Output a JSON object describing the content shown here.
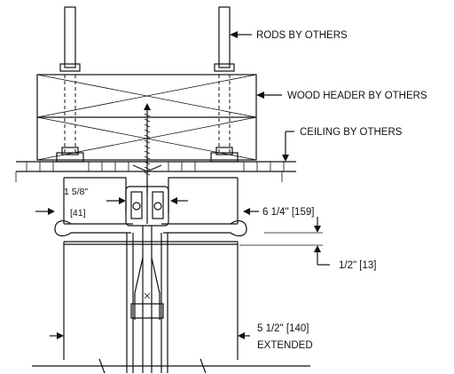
{
  "labels": {
    "rods": "RODS BY OTHERS",
    "header": "WOOD HEADER BY OTHERS",
    "ceiling": "CEILING BY OTHERS",
    "dim_width_frac": "1 5/8\"",
    "dim_width_metric": "[41]",
    "dim_height": "6 1/4\" [159]",
    "dim_gap": "1/2\" [13]",
    "dim_extended": "5 1/2\" [140]",
    "extended": "EXTENDED"
  }
}
